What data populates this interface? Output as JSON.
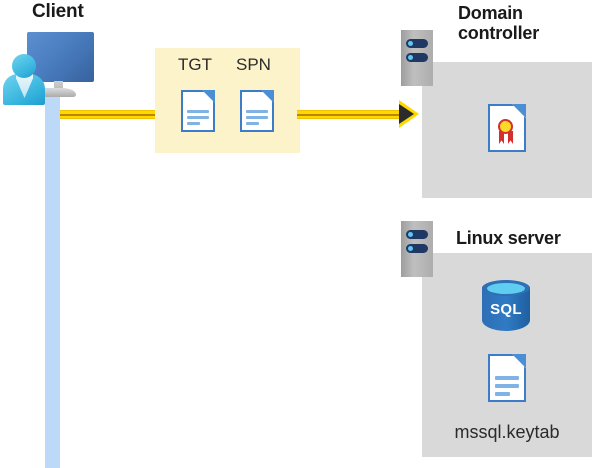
{
  "diagram": {
    "title_client": "Client",
    "title_domain_controller": "Domain controller",
    "title_domain_controller_line1": "Domain",
    "title_domain_controller_line2": "controller",
    "title_linux_server": "Linux server",
    "ticket_labels": {
      "tgt": "TGT",
      "spn": "SPN"
    },
    "database_label": "SQL",
    "keytab_filename": "mssql.keytab",
    "colors": {
      "highlight_box": "#fdf3ca",
      "panel_gray": "#d9d9d9",
      "connector_yellow": "#ffd800",
      "connector_core": "#b8860b",
      "arrowhead": "#2b2b2b",
      "lifeline_blue": "#bcd9f7",
      "monitor_blue": "#4a7ec0",
      "person_cyan": "#35b3dd",
      "doc_border_blue": "#3d7cc9",
      "doc_fold_blue": "#4a8ed6",
      "doc_line_blue": "#7fb2e5",
      "rack_navy": "#1f3864",
      "rack_dot_blue": "#5ec8f0",
      "sql_blue": "#2e6fb5",
      "sql_top_cyan": "#5ecdf0",
      "cert_seal_yellow": "#ffd92a",
      "cert_ribbon_red": "#d32f2f",
      "title_text": "#1a1a1a"
    },
    "icons": {
      "client": "client-workstation-icon",
      "document": "document-icon",
      "server_rack": "server-rack-icon",
      "certificate": "certificate-icon",
      "database": "sql-database-icon",
      "arrow": "arrow-right-icon"
    }
  }
}
